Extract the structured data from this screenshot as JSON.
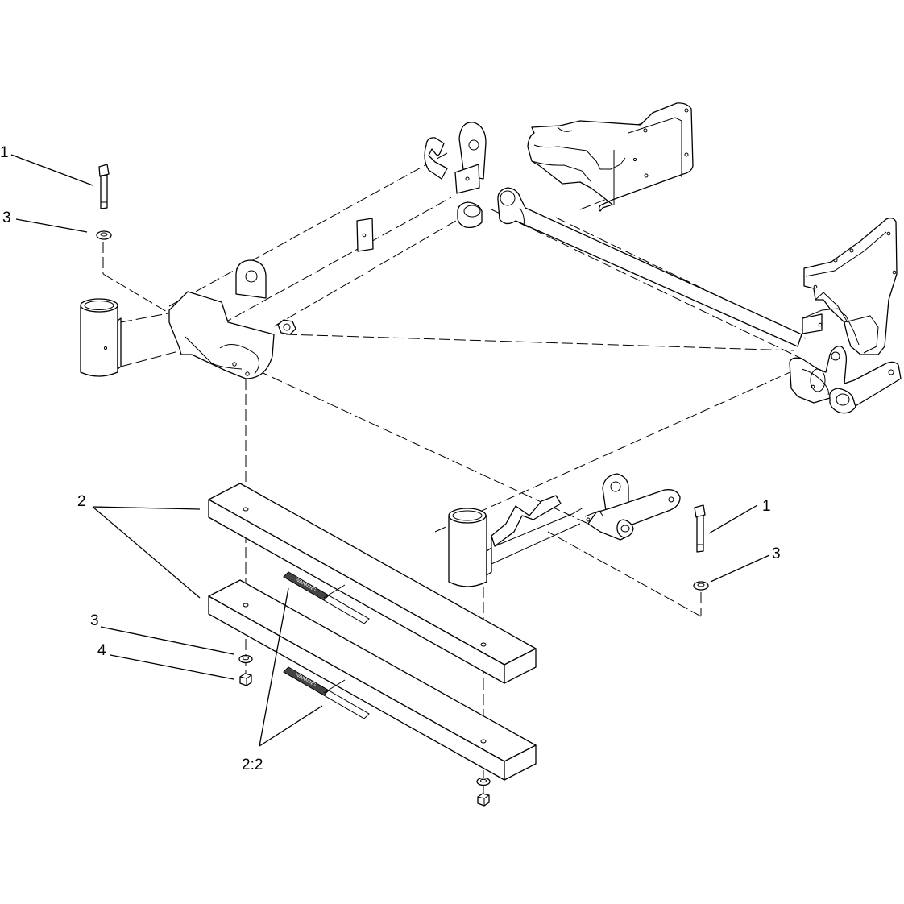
{
  "callouts": {
    "c1_top_left": "1",
    "c3_top_left": "3",
    "c1_right": "1",
    "c3_right": "3",
    "c2": "2",
    "c3_bottom_left": "3",
    "c4": "4",
    "c22": "2:2"
  },
  "decals": {
    "label": "WARNING"
  },
  "colors": {
    "line": "#000000",
    "background": "#ffffff"
  }
}
